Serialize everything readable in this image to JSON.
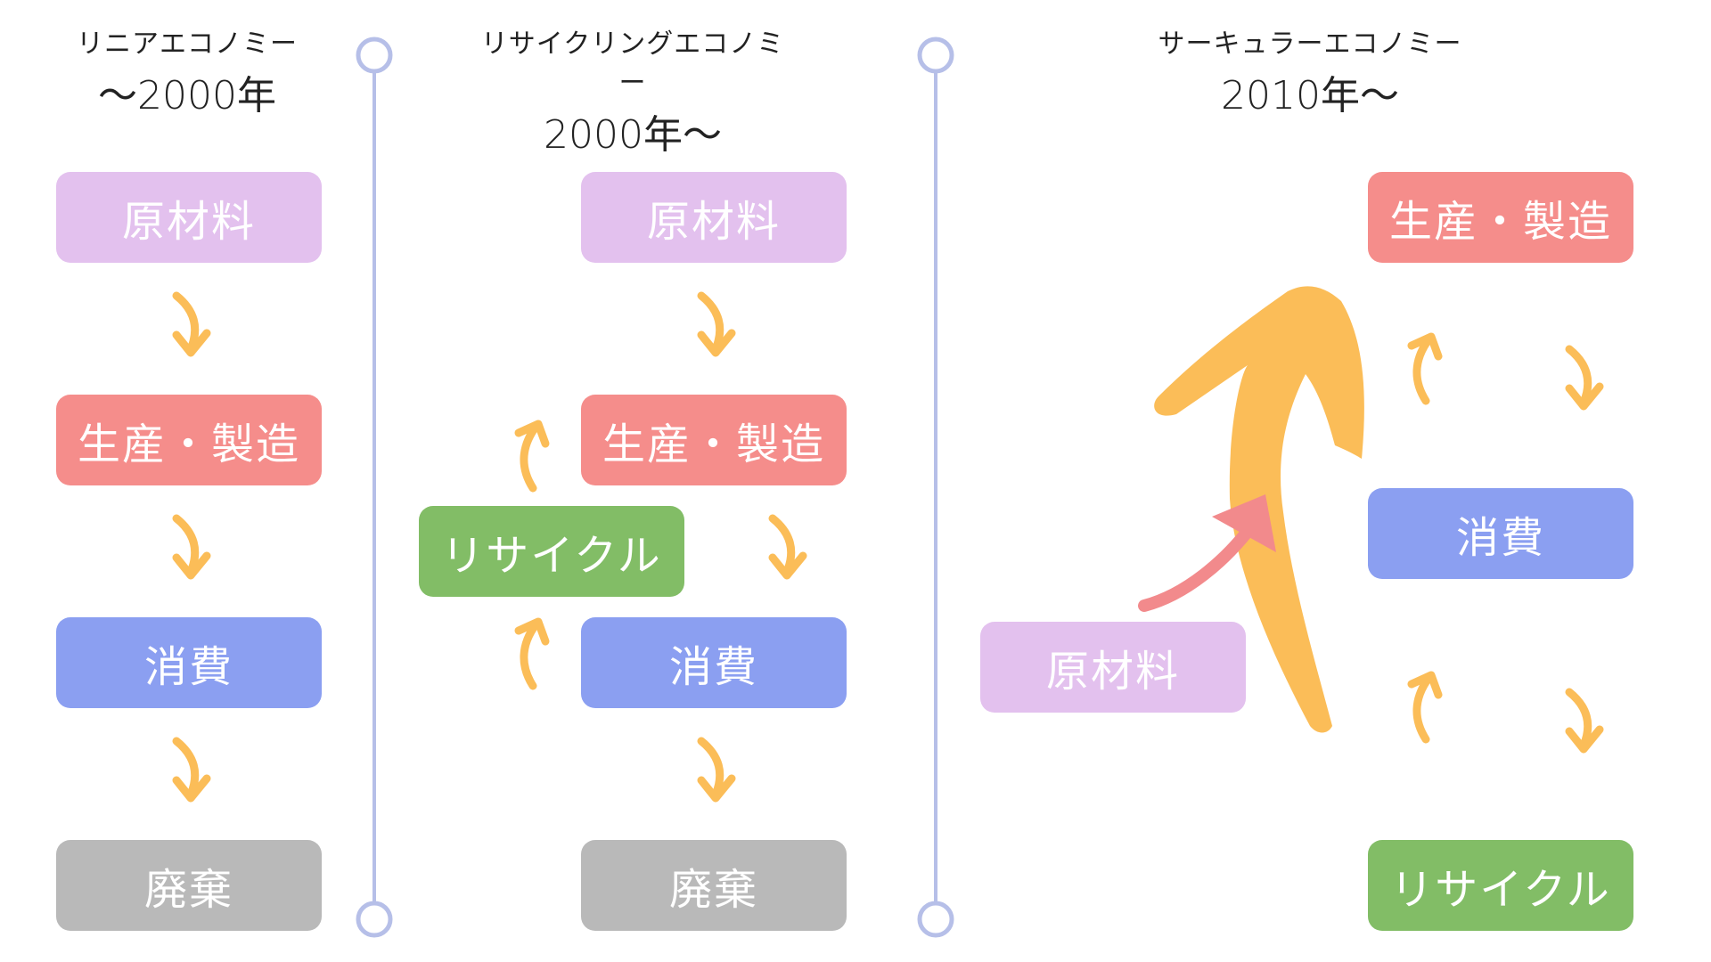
{
  "columns": [
    {
      "name": "リニアエコノミー",
      "era": "〜2000年",
      "boxes": {
        "raw": "原材料",
        "production": "生産・製造",
        "consumption": "消費",
        "disposal": "廃棄"
      }
    },
    {
      "name": "リサイクリングエコノミー",
      "era": "2000年〜",
      "boxes": {
        "raw": "原材料",
        "production": "生産・製造",
        "recycle": "リサイクル",
        "consumption": "消費",
        "disposal": "廃棄"
      }
    },
    {
      "name": "サーキュラーエコノミー",
      "era": "2010年〜",
      "boxes": {
        "production": "生産・製造",
        "consumption": "消費",
        "recycle": "リサイクル",
        "raw": "原材料"
      }
    }
  ],
  "colors": {
    "raw": "#e3c1ee",
    "production": "#f58d8b",
    "consumption": "#8b9ff1",
    "disposal": "#b9b9b9",
    "recycle": "#82bd66",
    "arrow": "#fbbd58",
    "arrow_pink": "#f28a8c",
    "divider": "#b6bfe8"
  }
}
